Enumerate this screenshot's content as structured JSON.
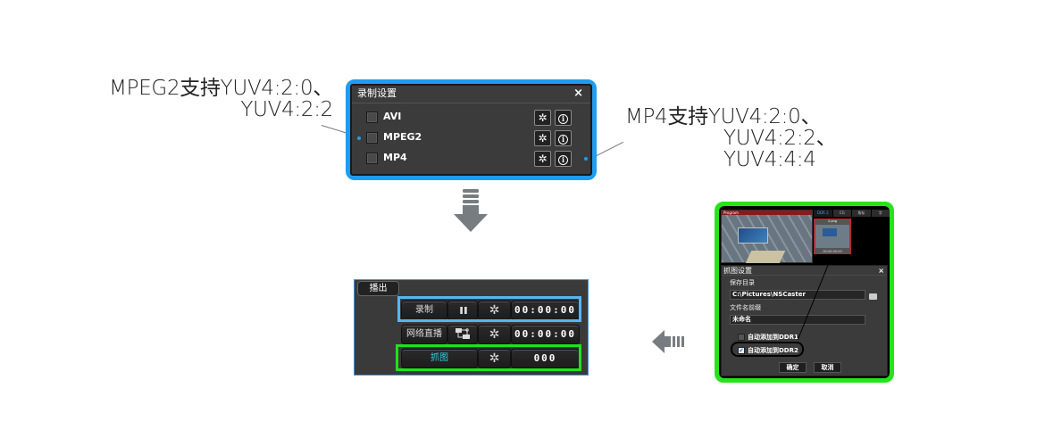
{
  "annotations": {
    "mpeg2": [
      "MPEG2支持YUV4:2:0、",
      "YUV4:2:2"
    ],
    "mp4": [
      "MP4支持YUV4:2:0、",
      "YUV4:2:2、",
      "YUV4:4:4"
    ]
  },
  "record_settings": {
    "title": "录制设置",
    "close_icon": "×",
    "formats": [
      {
        "label": "AVI",
        "checked": false
      },
      {
        "label": "MPEG2",
        "checked": false
      },
      {
        "label": "MP4",
        "checked": false
      }
    ],
    "gear_icon": "✲",
    "info_icon": "i"
  },
  "output_panel": {
    "tab_label": "播出",
    "rows": [
      {
        "label": "录制",
        "secondary": "pause-icon",
        "time": "00:00:00"
      },
      {
        "label": "网络直播",
        "secondary": "network-icon",
        "time": "00:00:00"
      },
      {
        "label": "抓图",
        "counter": "000"
      }
    ],
    "pause_glyph": "❚❚",
    "gear_glyph": "✲",
    "capture_label_color": "#2fd2e6"
  },
  "capture_dialog": {
    "program_label": "Program",
    "ddr_tabs": [
      "DDR 2",
      "CG",
      "角标",
      "字"
    ],
    "thumb_name": "2.png",
    "thumb_time": "00:00:00:00",
    "title": "抓图设置",
    "close_icon": "×",
    "save_dir_label": "保存目录",
    "save_dir_value": "C:\\Pictures\\NSCaster",
    "prefix_label": "文件名前缀",
    "prefix_value": "未命名",
    "auto_ddr1_label": "自动添加到DDR1",
    "auto_ddr1_checked": false,
    "auto_ddr2_label": "自动添加到DDR2",
    "auto_ddr2_checked": true,
    "ok_label": "确定",
    "cancel_label": "取消",
    "check_glyph": "✔"
  },
  "colors": {
    "blue_highlight": "#1e9cf0",
    "green_highlight": "#27e31b",
    "arrow_gray": "#777c80"
  }
}
